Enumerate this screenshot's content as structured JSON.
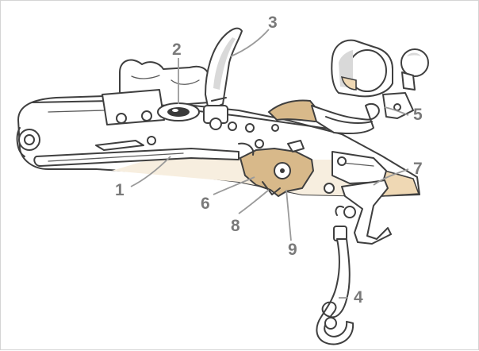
{
  "diagram": {
    "subject": "flintlock-mechanism",
    "colors": {
      "outline": "#3f3f3f",
      "wood": "#d8b98a",
      "wood_light": "#efd8b4",
      "label": "#7a7a7a",
      "leader": "#9a9a9a"
    },
    "labels": [
      {
        "id": "1",
        "text": "1"
      },
      {
        "id": "2",
        "text": "2"
      },
      {
        "id": "3",
        "text": "3"
      },
      {
        "id": "4",
        "text": "4"
      },
      {
        "id": "5",
        "text": "5"
      },
      {
        "id": "6",
        "text": "6"
      },
      {
        "id": "7",
        "text": "7"
      },
      {
        "id": "8",
        "text": "8"
      },
      {
        "id": "9",
        "text": "9"
      }
    ]
  }
}
